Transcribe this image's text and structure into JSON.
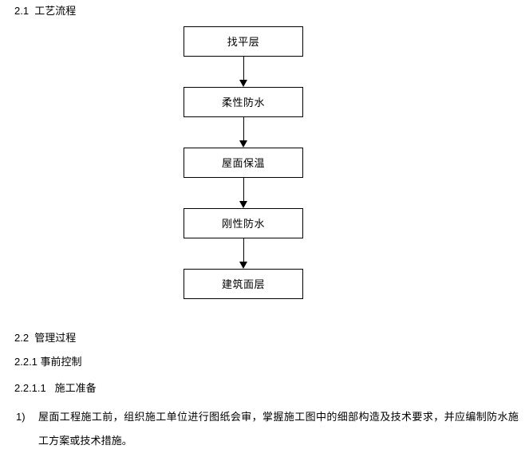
{
  "document": {
    "headings": [
      {
        "id": "2.1",
        "number": "2.1",
        "title": "工艺流程",
        "text": "2.1  工艺流程"
      },
      {
        "id": "2.2",
        "number": "2.2",
        "title": "管理过程",
        "text": "2.2  管理过程"
      },
      {
        "id": "2.2.1",
        "number": "2.2.1",
        "title": "事前控制",
        "text": "2.2.1 事前控制"
      },
      {
        "id": "2.2.1.1",
        "number": "2.2.1.1",
        "title": "施工准备",
        "text": "2.2.1.1   施工准备"
      }
    ],
    "flowchart": {
      "orientation": "vertical",
      "connector": "down-arrow",
      "nodes": [
        {
          "label": "找平层"
        },
        {
          "label": "柔性防水"
        },
        {
          "label": "屋面保温"
        },
        {
          "label": "刚性防水"
        },
        {
          "label": "建筑面层"
        }
      ]
    },
    "list": [
      {
        "marker": "1)",
        "text": "屋面工程施工前，组织施工单位进行图纸会审，掌握施工图中的细部构造及技术要求，并应编制防水施工方案或技术措施。"
      }
    ]
  },
  "colors": {
    "page_background": "#ffffff",
    "text": "#000000",
    "box_border": "#000000",
    "box_fill": "#ffffff",
    "arrow": "#000000"
  }
}
